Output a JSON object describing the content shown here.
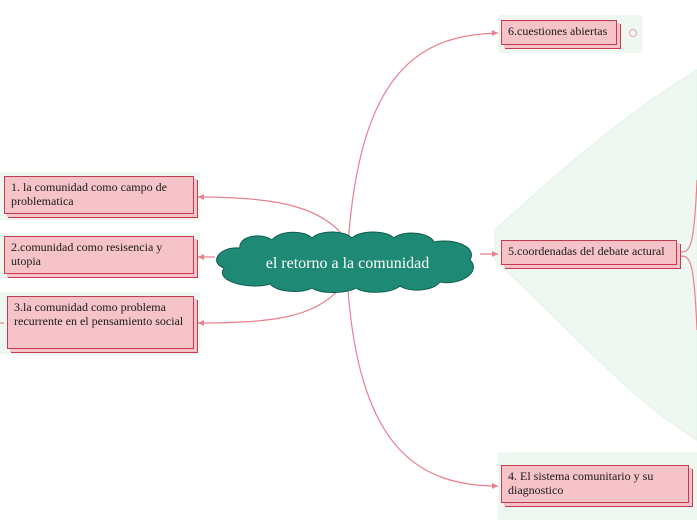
{
  "central_topic": "el retorno a la comunidad",
  "topics": {
    "t1": "1. la comunidad como campo de problematica",
    "t2": "2.comunidad como resisencia y utopia",
    "t3": "3.la comunidad como problema recurrente en el pensamiento social",
    "t4": "4. El sistema comunitario y su diagnostico",
    "t5": "5.coordenadas del debate actural",
    "t6": "6.cuestiones abiertas"
  },
  "colors": {
    "central_fill": "#1e8a76",
    "topic_fill": "#f5c3c8",
    "topic_border": "#c83a4d",
    "connector": "#e8808e",
    "background_region": "#eef8f1"
  }
}
